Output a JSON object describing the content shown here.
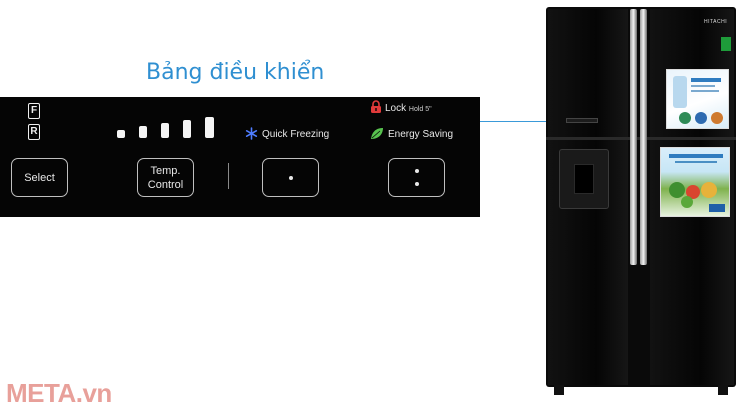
{
  "title": "Bảng điều khiển",
  "panel": {
    "fr_labels": [
      "F",
      "R"
    ],
    "buttons": {
      "select": "Select",
      "temp_control_line1": "Temp.",
      "temp_control_line2": "Control"
    },
    "indicators": {
      "lock": "Lock",
      "lock_hold": "Hold 5\"",
      "quick_freezing": "Quick Freezing",
      "energy_saving": "Energy Saving"
    },
    "temperature_levels": 5,
    "colors": {
      "lock": "#e03a3a",
      "snowflake": "#4f7dff",
      "leaf": "#58c24f"
    }
  },
  "fridge": {
    "brand": "HITACHI"
  },
  "watermark": "META.vn",
  "colors": {
    "title": "#2f8fd1",
    "pointer": "#3a9ad9",
    "watermark": "#e8a09a"
  }
}
